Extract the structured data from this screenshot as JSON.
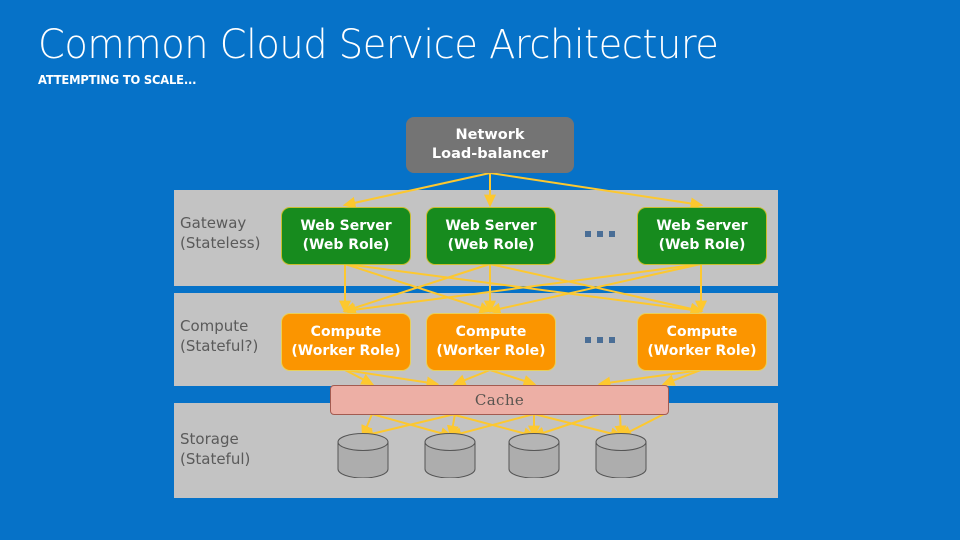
{
  "slide": {
    "title": "Common Cloud Service Architecture",
    "subtitle": "ATTEMPTING TO SCALE...",
    "background_color": "#0672C8",
    "panel_color": "#C3C3C3",
    "connector_color": "#FDC82F"
  },
  "load_balancer": {
    "name": "network-load-balancer",
    "line1": "Network",
    "line2": "Load-balancer",
    "color": "#747474"
  },
  "tiers": [
    {
      "id": "gateway",
      "label_line1": "Gateway",
      "label_line2": "(Stateless)",
      "node_color": "#178B1E",
      "node_border": "#C9BE2E",
      "nodes": [
        {
          "line1": "Web Server",
          "line2": "(Web Role)"
        },
        {
          "line1": "Web Server",
          "line2": "(Web Role)"
        },
        {
          "line1": "Web Server",
          "line2": "(Web Role)"
        }
      ],
      "ellipsis": "..."
    },
    {
      "id": "compute",
      "label_line1": "Compute",
      "label_line2": "(Stateful?)",
      "node_color": "#FB9500",
      "node_border": "#E8D05A",
      "nodes": [
        {
          "line1": "Compute",
          "line2": "(Worker Role)"
        },
        {
          "line1": "Compute",
          "line2": "(Worker Role)"
        },
        {
          "line1": "Compute",
          "line2": "(Worker Role)"
        }
      ],
      "ellipsis": "..."
    },
    {
      "id": "storage",
      "label_line1": "Storage",
      "label_line2": "(Stateful)",
      "node_color": "#ADADAD",
      "node_border": "#555555",
      "nodes": [
        {
          "line1": "",
          "line2": ""
        },
        {
          "line1": "",
          "line2": ""
        },
        {
          "line1": "",
          "line2": ""
        },
        {
          "line1": "",
          "line2": ""
        }
      ],
      "ellipsis": ""
    }
  ],
  "cache": {
    "label": "Cache",
    "fill": "#EDAFA5",
    "border": "#A35B50"
  },
  "icons": {
    "database": "database-cylinder-icon"
  }
}
